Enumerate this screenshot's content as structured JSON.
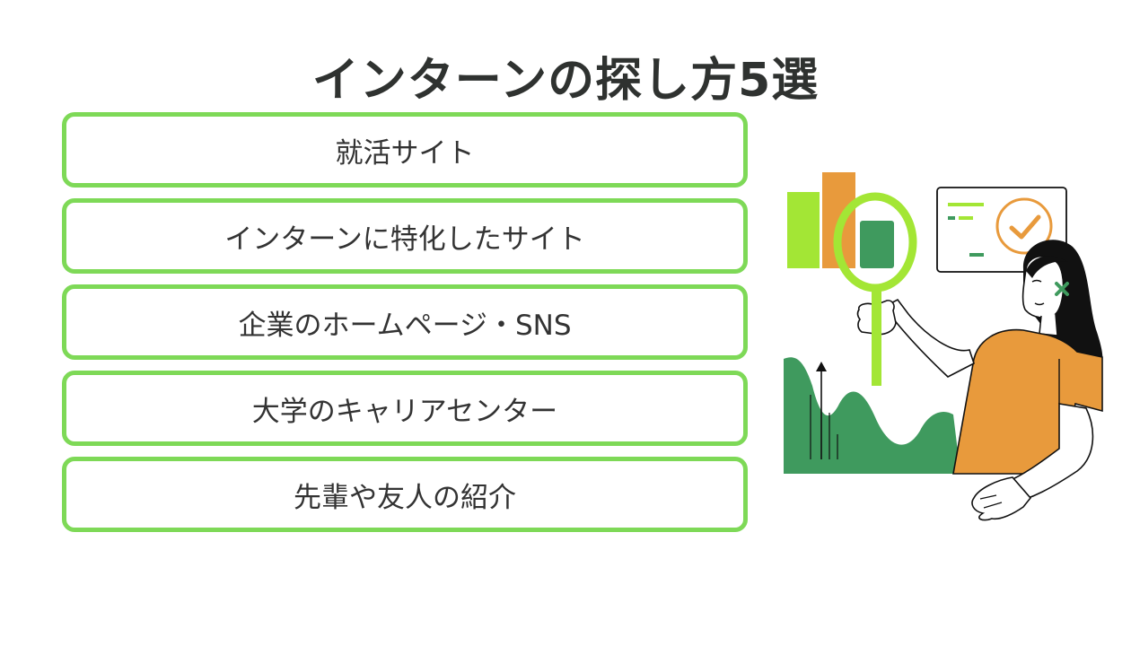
{
  "title": "インターンの探し方5選",
  "methods": [
    "就活サイト",
    "インターンに特化したサイト",
    "企業のホームページ・SNS",
    "大学のキャリアセンター",
    "先輩や友人の紹介"
  ],
  "illustration": {
    "subject": "woman holding magnifying glass over charts",
    "colors": {
      "lime": "#a3e635",
      "orange": "#e89a3c",
      "green": "#3f9a5e",
      "outline": "#111111"
    }
  }
}
